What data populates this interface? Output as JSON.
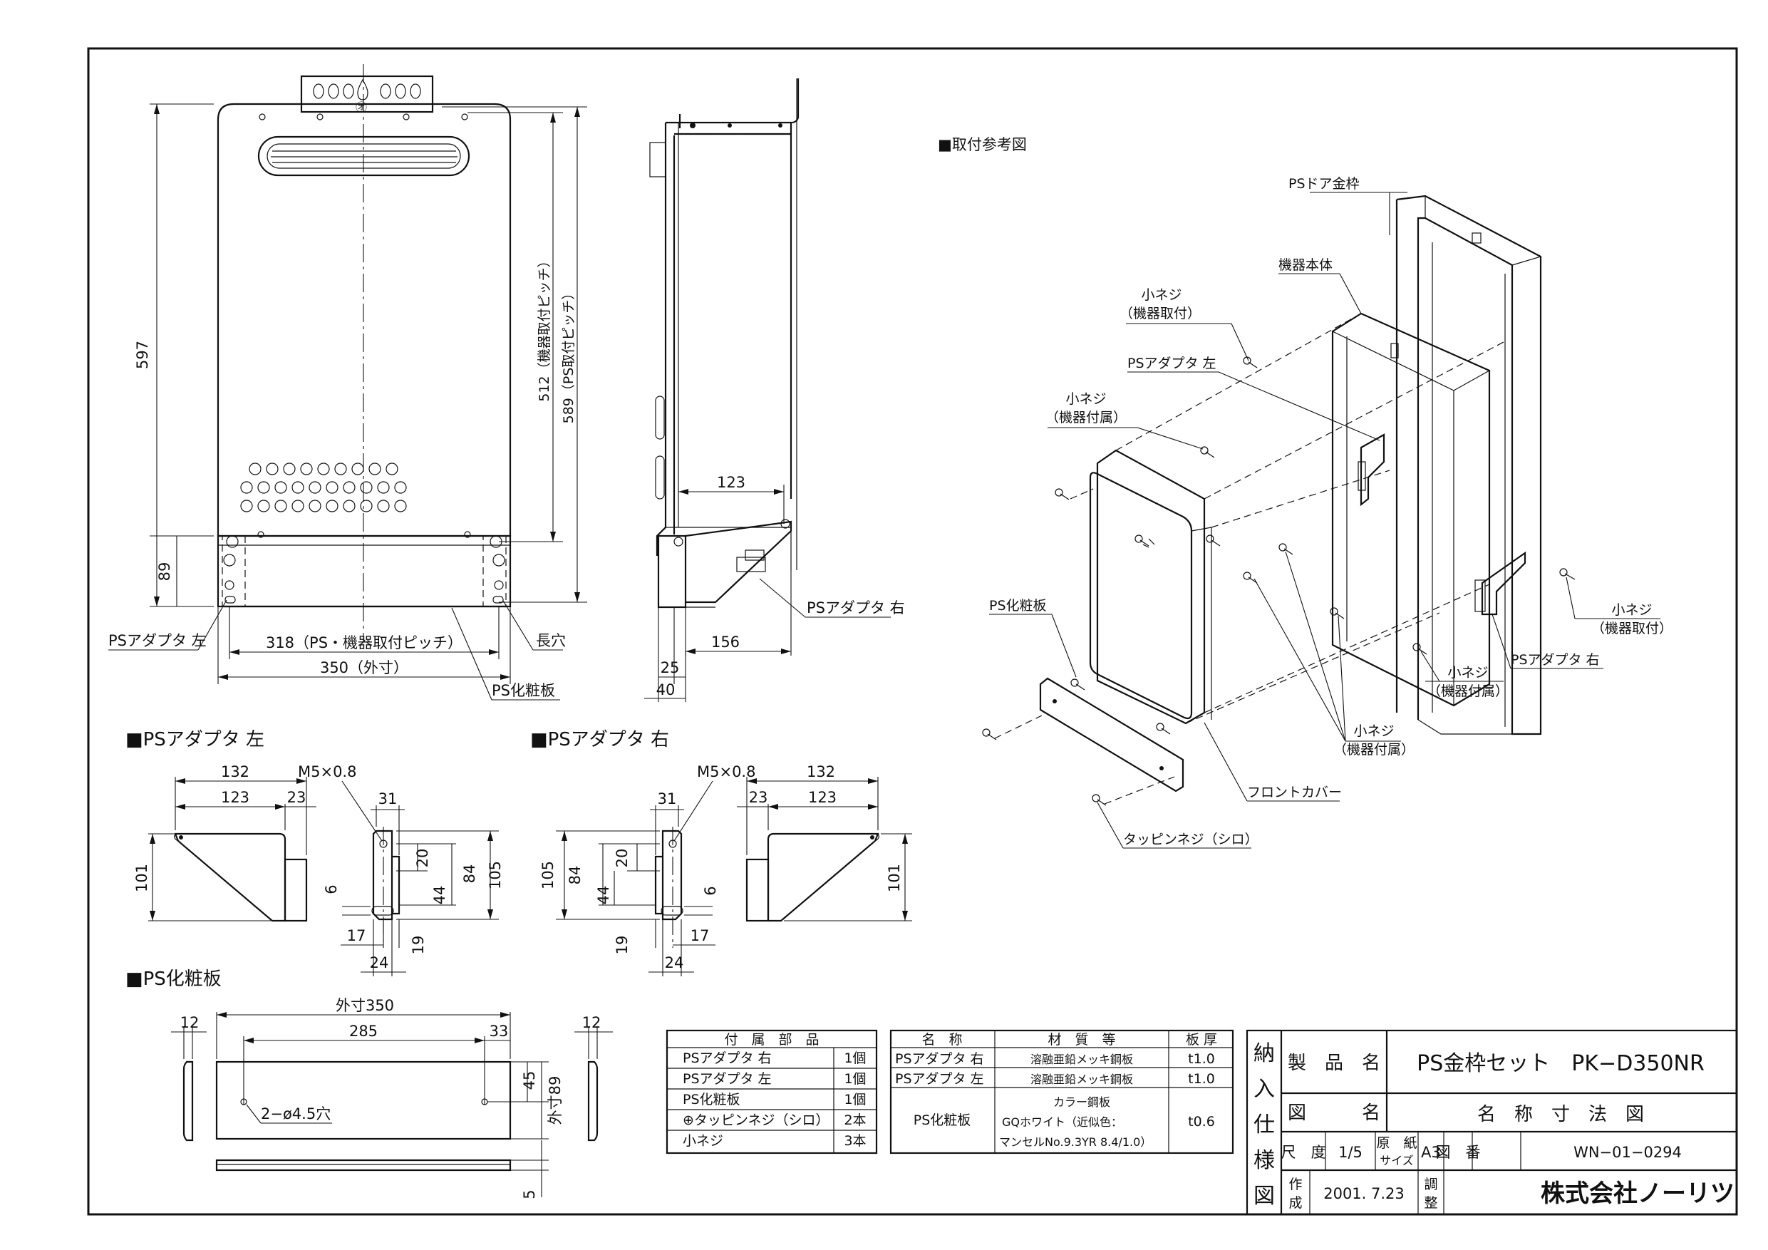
{
  "front_view": {
    "dim_height_total": "597",
    "dim_pitch_unit": "512（機器取付ピッチ）",
    "dim_pitch_ps": "589（PS取付ピッチ）",
    "dim_adapter_height": "89",
    "dim_ps_pitch": "318（PS・機器取付ピッチ）",
    "dim_outer": "350（外寸）",
    "label_adapter_left": "PSアダプタ 左",
    "label_slot": "長穴",
    "label_cosmetic_plate": "PS化粧板",
    "logo_mark": "㋔"
  },
  "side_view": {
    "dim_123": "123",
    "dim_156": "156",
    "dim_25": "25",
    "dim_40": "40",
    "label_adapter_right": "PSアダプタ 右"
  },
  "install_reference": {
    "title": "■取付参考図",
    "label_door_frame": "PSドア金枠",
    "label_unit_body": "機器本体",
    "label_screw_unit_mount": "小ネジ",
    "label_screw_unit_mount_sub": "（機器取付）",
    "label_adapter_left": "PSアダプタ 左",
    "label_screw_accessory": "小ネジ",
    "label_screw_accessory_sub": "（機器付属）",
    "label_cosmetic_plate": "PS化粧板",
    "label_screw_right_mount": "小ネジ",
    "label_screw_right_mount_sub": "（機器取付）",
    "label_adapter_right": "PSアダプタ 右",
    "label_screw_right_acc": "小ネジ",
    "label_screw_right_acc_sub": "（機器付属）",
    "label_screw_bottom": "小ネジ",
    "label_screw_bottom_sub": "（機器付属）",
    "label_front_cover": "フロントカバー",
    "label_tapping_screw": "タッピンネジ（シロ）"
  },
  "adapter_left": {
    "title": "■PSアダプタ 左",
    "dim_132": "132",
    "dim_123": "123",
    "dim_23": "23",
    "dim_thread": "M5×0.8",
    "dim_31": "31",
    "dim_101": "101",
    "dim_20": "20",
    "dim_84": "84",
    "dim_105": "105",
    "dim_6": "6",
    "dim_44": "44",
    "dim_17": "17",
    "dim_19": "19",
    "dim_24": "24"
  },
  "adapter_right": {
    "title": "■PSアダプタ 右",
    "dim_thread": "M5×0.8",
    "dim_132": "132",
    "dim_31": "31",
    "dim_23": "23",
    "dim_123": "123",
    "dim_105": "105",
    "dim_84": "84",
    "dim_20": "20",
    "dim_44": "44",
    "dim_6": "6",
    "dim_101": "101",
    "dim_17": "17",
    "dim_19": "19",
    "dim_24": "24"
  },
  "cosmetic_plate": {
    "title": "■PS化粧板",
    "dim_outer": "外寸350",
    "dim_285": "285",
    "dim_33": "33",
    "dim_12a": "12",
    "dim_12b": "12",
    "dim_45": "45",
    "dim_89": "外寸89",
    "dim_holes": "2−ø4.5穴",
    "dim_5": "5"
  },
  "parts_table": {
    "header": "付　属　部　品",
    "rows": [
      {
        "name": "PSアダプタ 右",
        "qty": "1個"
      },
      {
        "name": "PSアダプタ 左",
        "qty": "1個"
      },
      {
        "name": "PS化粧板",
        "qty": "1個"
      },
      {
        "name": "⊕タッピンネジ（シロ）",
        "qty": "2本"
      },
      {
        "name": "小ネジ",
        "qty": "3本"
      }
    ]
  },
  "material_table": {
    "header_name": "名　称",
    "header_material": "材　質　等",
    "header_thickness": "板 厚",
    "rows": [
      {
        "name": "PSアダプタ 右",
        "material": "溶融亜鉛メッキ鋼板",
        "thickness": "t1.0"
      },
      {
        "name": "PSアダプタ 左",
        "material": "溶融亜鉛メッキ鋼板",
        "thickness": "t1.0"
      },
      {
        "name": "PS化粧板",
        "material_1": "カラー鋼板",
        "material_2": "GQホワイト（近似色：",
        "material_3": "マンセルNo.9.3YR 8.4/1.0）",
        "thickness": "t0.6"
      }
    ]
  },
  "title_block": {
    "side_chars": [
      "納",
      "入",
      "仕",
      "様",
      "図"
    ],
    "product_name_label": "製　品　名",
    "product_name": "PS金枠セット　PK−D350NR",
    "drawing_name_label": "図　　　名",
    "drawing_name": "名　称　寸　法　図",
    "scale_label": "尺　度",
    "scale": "1/5",
    "paper_label_1": "原　紙",
    "paper_label_2": "サイズ",
    "paper_size": "A3",
    "drawing_no_label": "図　番",
    "drawing_no": "WN−01−0294",
    "made_label_1": "作",
    "made_label_2": "成",
    "made_date": "2001. 7.23",
    "adjust_label_1": "調",
    "adjust_label_2": "整",
    "company": "株式会社ノーリツ"
  }
}
